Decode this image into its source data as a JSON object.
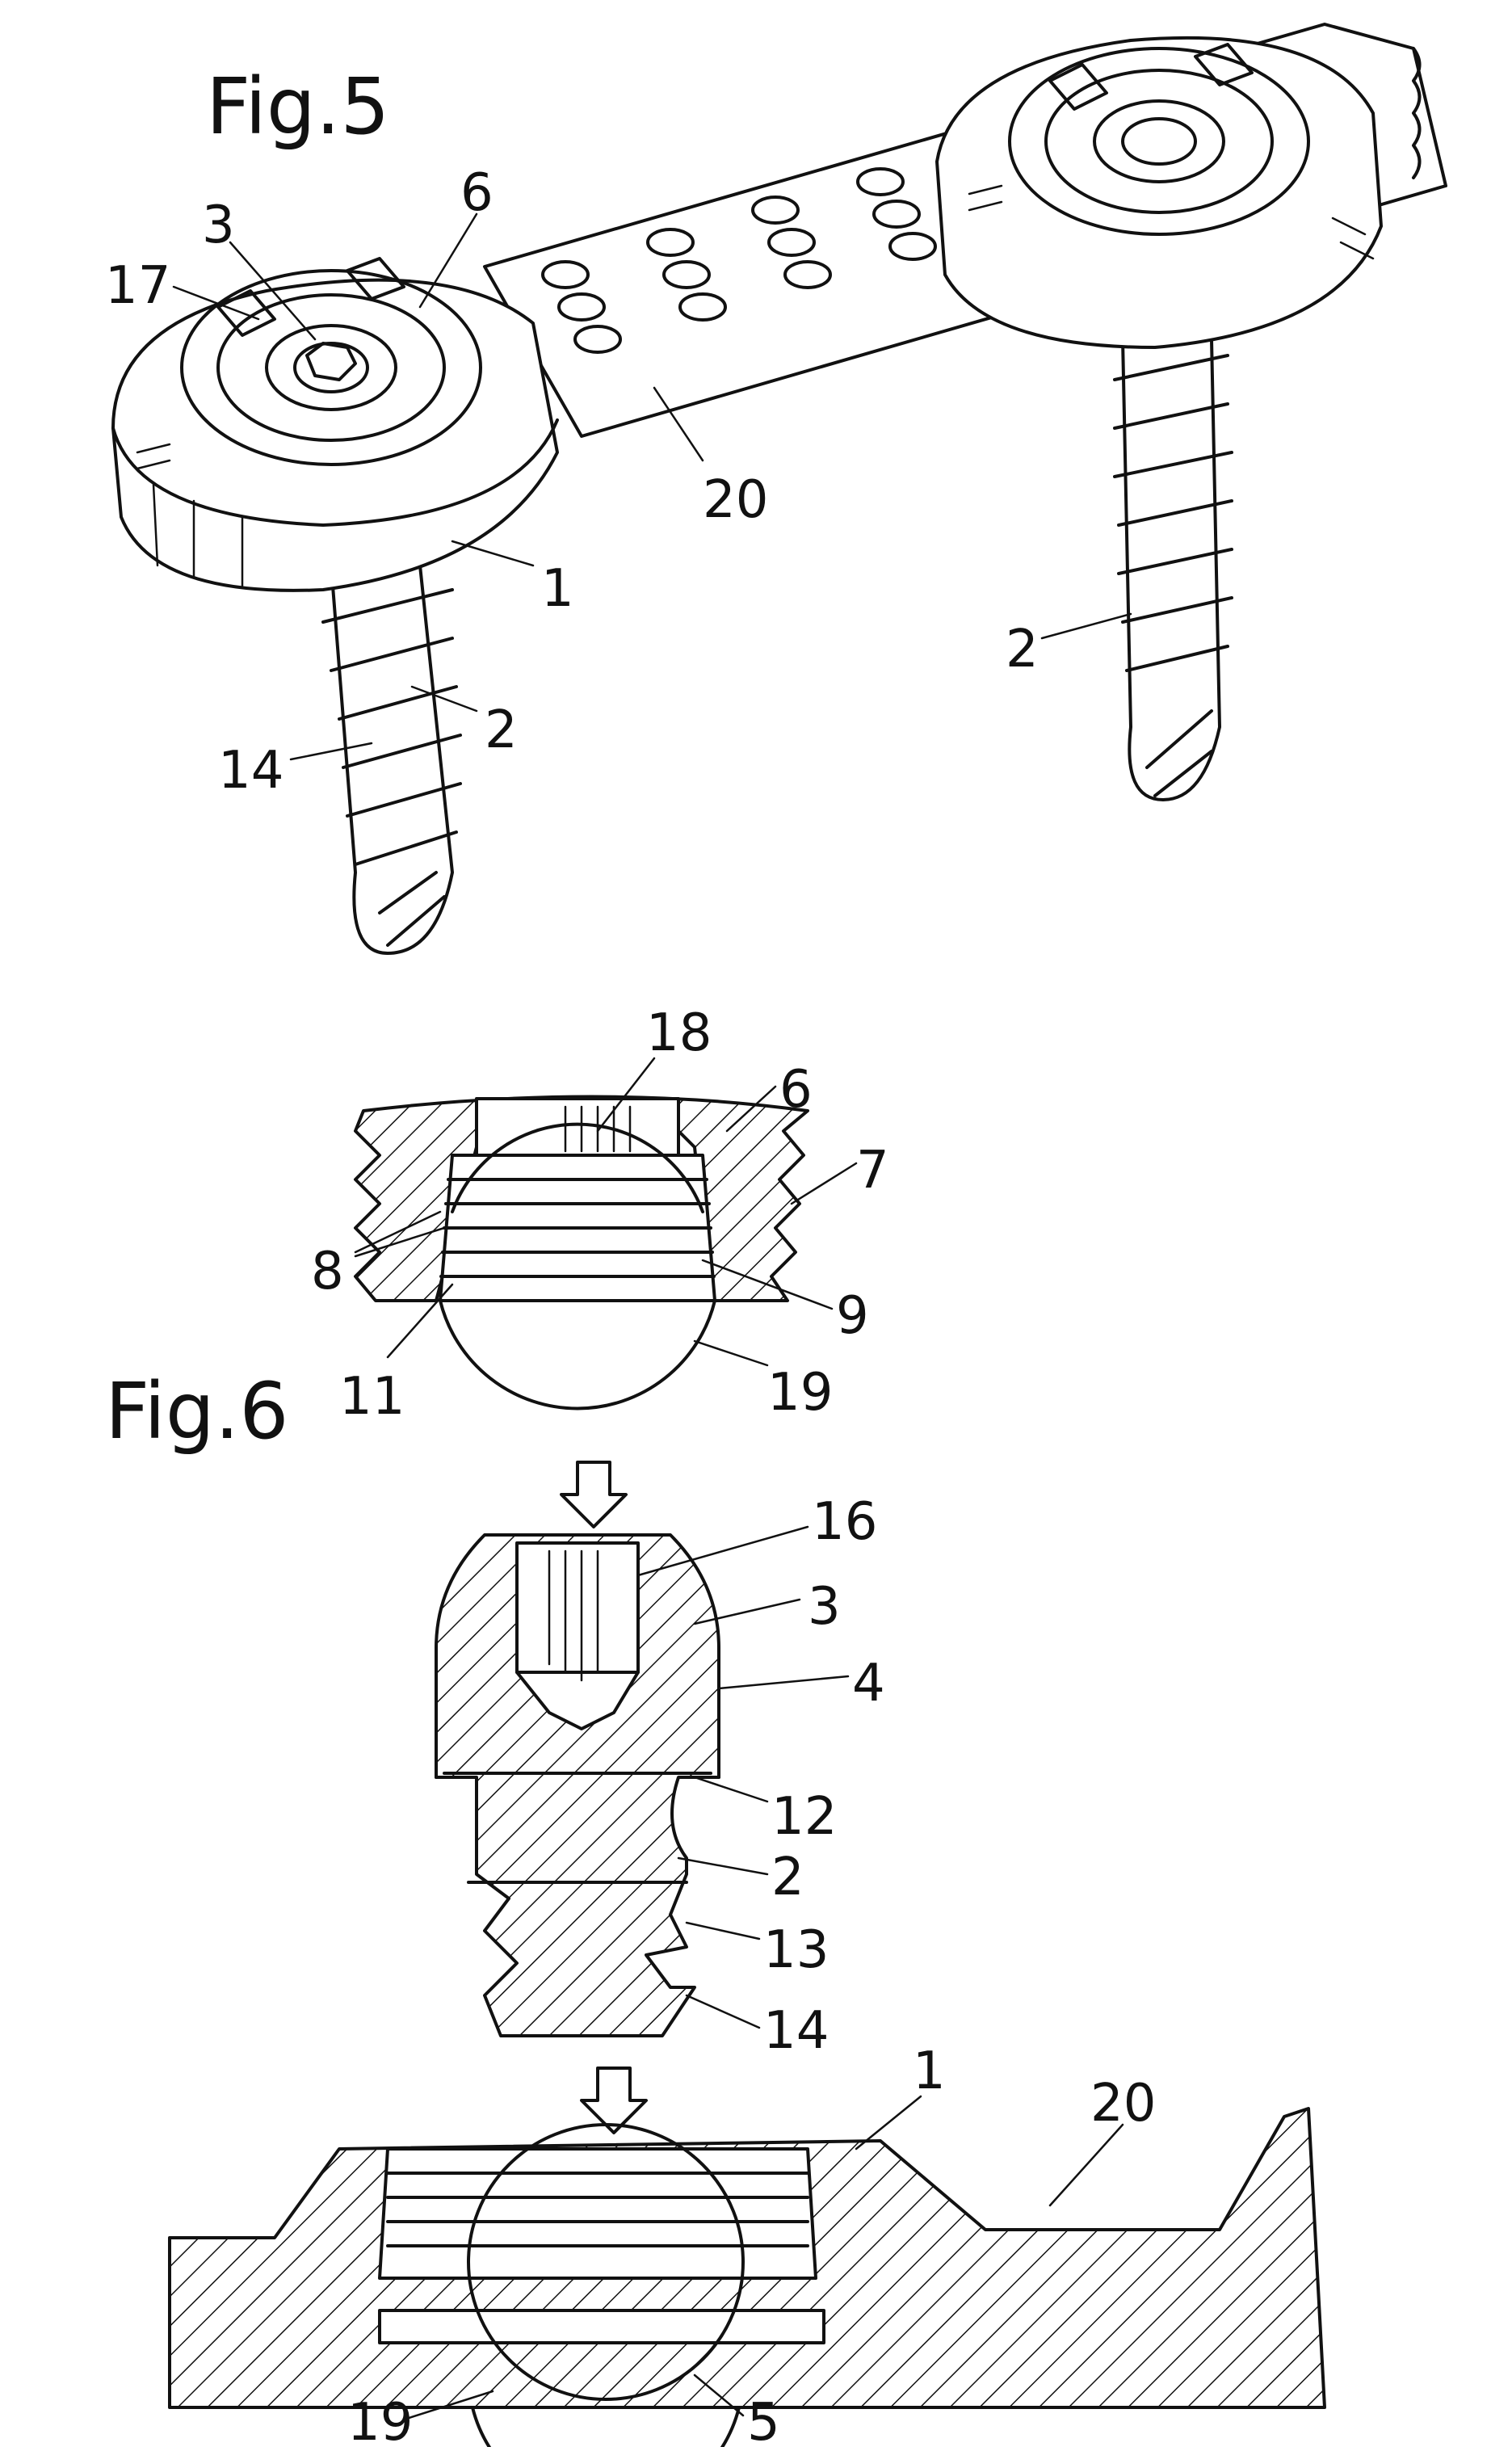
{
  "figures": [
    {
      "id": "fig5",
      "label": "Fig.5"
    },
    {
      "id": "fig6",
      "label": "Fig.6"
    }
  ],
  "fig5_labels": {
    "l17": "17",
    "l3": "3",
    "l6": "6",
    "l20": "20",
    "l1": "1",
    "l2_left": "2",
    "l14": "14",
    "l2_right": "2"
  },
  "fig6_labels": {
    "l18": "18",
    "l6": "6",
    "l7": "7",
    "l8": "8",
    "l9": "9",
    "l11": "11",
    "l19_top": "19",
    "l16": "16",
    "l3": "3",
    "l4": "4",
    "l12": "12",
    "l2": "2",
    "l13": "13",
    "l14": "14",
    "l1": "1",
    "l20": "20",
    "l19_bottom": "19",
    "l5": "5"
  },
  "arrows": [
    "down-arrow-1",
    "down-arrow-2"
  ]
}
